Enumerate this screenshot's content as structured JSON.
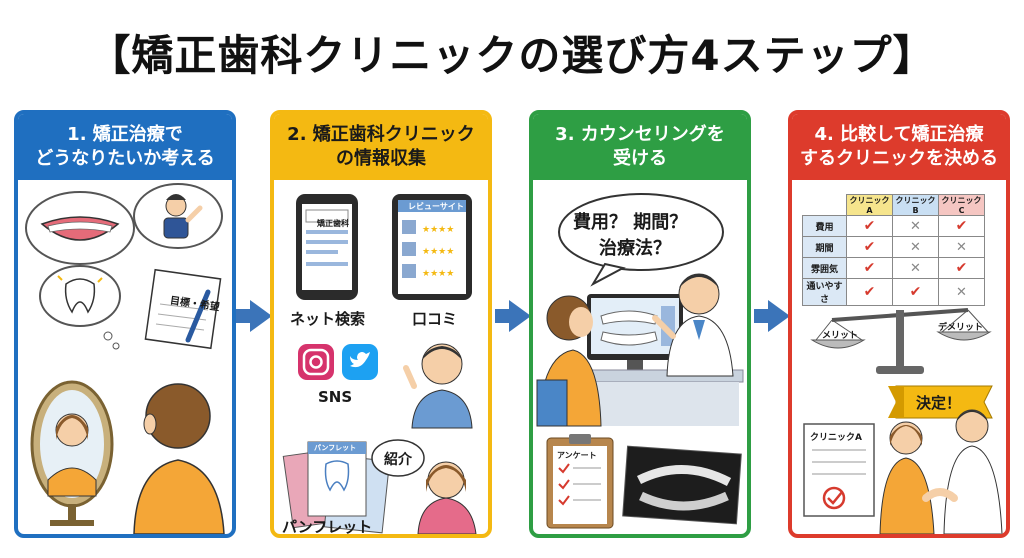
{
  "title": "【矯正歯科クリニックの選び方4ステップ】",
  "colors": {
    "step1": "#1f6fc0",
    "step2": "#f4b912",
    "step3": "#2e9e44",
    "step4": "#dd3b2c",
    "arrow": "#3b74b9"
  },
  "steps": [
    {
      "header_lines": [
        "1. 矯正治療で",
        "どうなりたいか考える"
      ],
      "note_label": "目標・希望",
      "icons": [
        "smile-teeth-icon",
        "confident-man-icon",
        "sparkling-tooth-icon",
        "notepad-pen-icon",
        "mirror-woman-icon",
        "woman-back-icon"
      ]
    },
    {
      "header_lines": [
        "2. 矯正歯科クリニック",
        "の情報収集"
      ],
      "phone_search_text": "矯正歯科",
      "tablet_title": "レビューサイト",
      "labels": {
        "net_search": "ネット検索",
        "reviews": "口コミ",
        "sns": "SNS",
        "pamphlet": "パンフレット",
        "pamphlet_cover": "パンフレット",
        "referral": "紹介"
      },
      "icons": [
        "smartphone-search-icon",
        "tablet-review-icon",
        "instagram-icon",
        "twitter-icon",
        "pointing-man-icon",
        "pamphlet-icon",
        "woman-speech-icon"
      ]
    },
    {
      "header_lines": [
        "3. カウンセリングを",
        "受ける"
      ],
      "speech_lines": [
        "費用？ 期間？",
        "治療法？"
      ],
      "clipboard_label": "アンケート",
      "icons": [
        "patient-woman-icon",
        "dentist-icon",
        "monitor-teeth-icon",
        "clipboard-icon",
        "xray-icon"
      ]
    },
    {
      "header_lines": [
        "4. 比較して矯正治療",
        "するクリニックを決める"
      ],
      "table": {
        "columns": [
          "クリニックA",
          "クリニックB",
          "クリニックC"
        ],
        "rows": [
          {
            "label": "費用",
            "marks": [
              "✔",
              "✕",
              "✔"
            ]
          },
          {
            "label": "期間",
            "marks": [
              "✔",
              "✕",
              "✕"
            ]
          },
          {
            "label": "雰囲気",
            "marks": [
              "✔",
              "✕",
              "✔"
            ]
          },
          {
            "label": "通いやすさ",
            "marks": [
              "✔",
              "✔",
              "✕"
            ]
          }
        ]
      },
      "scale_labels": {
        "merit": "メリット",
        "demerit": "デメリット"
      },
      "decision_label": "決定！",
      "document_label": "クリニックA",
      "icons": [
        "balance-scale-icon",
        "ribbon-banner-icon",
        "document-check-icon",
        "handshake-icon"
      ]
    }
  ]
}
